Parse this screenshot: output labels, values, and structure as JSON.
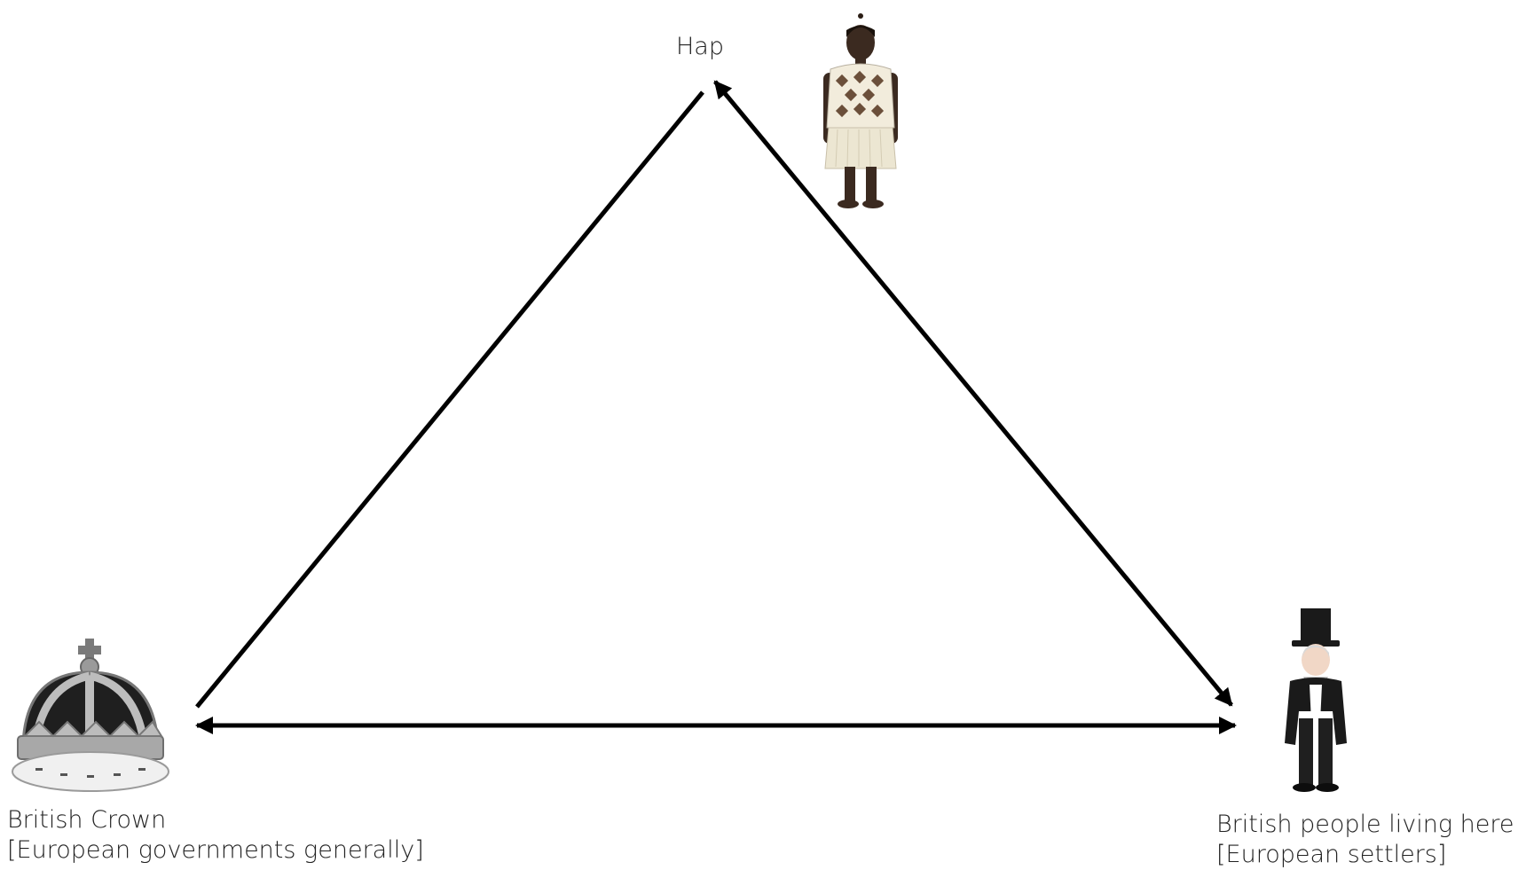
{
  "nodes": {
    "top": {
      "label": "Hap",
      "icon": "maori-figure-icon"
    },
    "left": {
      "line1": "British Crown",
      "line2": "[European governments generally]",
      "icon": "crown-icon"
    },
    "right": {
      "line1": "British people living here",
      "line2": "[European settlers]",
      "icon": "settler-figure-icon"
    }
  },
  "edges": [
    {
      "from": "left",
      "to": "top",
      "arrowheads": "none"
    },
    {
      "from": "top",
      "to": "right",
      "arrowheads": "both"
    },
    {
      "from": "left",
      "to": "right",
      "arrowheads": "both"
    }
  ],
  "colors": {
    "line": "#000000",
    "crown": "#8c8c8c",
    "suit": "#1a1a1a",
    "skin_dark": "#3b2a20",
    "cloak": "#f2ecdc",
    "pattern": "#6b4f3a"
  }
}
